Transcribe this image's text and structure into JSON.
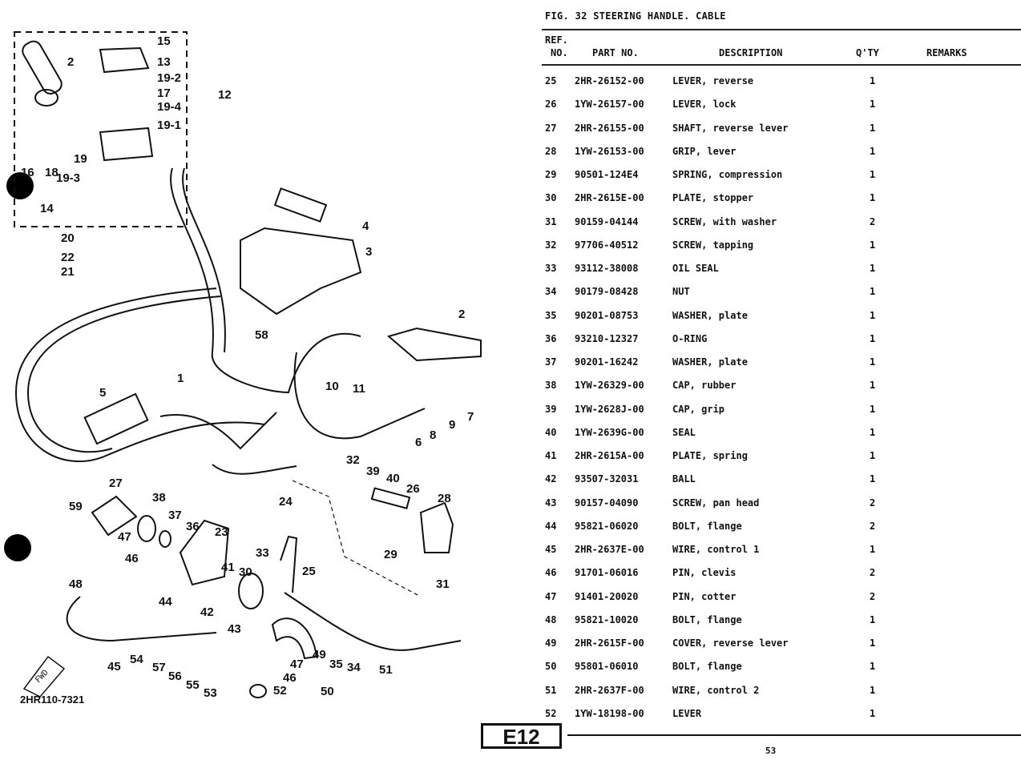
{
  "figure": {
    "title": "FIG. 32  STEERING HANDLE. CABLE",
    "drawing_number": "2HR110-7321",
    "direction_label": "FWD"
  },
  "table": {
    "headers": {
      "ref": "REF.",
      "no": "NO.",
      "part_no": "PART NO.",
      "description": "DESCRIPTION",
      "qty": "Q'TY",
      "remarks": "REMARKS"
    },
    "rows": [
      {
        "ref": "25",
        "part_no": "2HR-26152-00",
        "description": "LEVER, reverse",
        "qty": "1"
      },
      {
        "ref": "26",
        "part_no": "1YW-26157-00",
        "description": "LEVER, lock",
        "qty": "1"
      },
      {
        "ref": "27",
        "part_no": "2HR-26155-00",
        "description": "SHAFT, reverse lever",
        "qty": "1"
      },
      {
        "ref": "28",
        "part_no": "1YW-26153-00",
        "description": "GRIP, lever",
        "qty": "1"
      },
      {
        "ref": "29",
        "part_no": "90501-124E4",
        "description": "SPRING, compression",
        "qty": "1"
      },
      {
        "ref": "30",
        "part_no": "2HR-2615E-00",
        "description": "PLATE, stopper",
        "qty": "1"
      },
      {
        "ref": "31",
        "part_no": "90159-04144",
        "description": "SCREW, with washer",
        "qty": "2"
      },
      {
        "ref": "32",
        "part_no": "97706-40512",
        "description": "SCREW, tapping",
        "qty": "1"
      },
      {
        "ref": "33",
        "part_no": "93112-38008",
        "description": "OIL SEAL",
        "qty": "1"
      },
      {
        "ref": "34",
        "part_no": "90179-08428",
        "description": "NUT",
        "qty": "1"
      },
      {
        "ref": "35",
        "part_no": "90201-08753",
        "description": "WASHER, plate",
        "qty": "1"
      },
      {
        "ref": "36",
        "part_no": "93210-12327",
        "description": "O-RING",
        "qty": "1"
      },
      {
        "ref": "37",
        "part_no": "90201-16242",
        "description": "WASHER, plate",
        "qty": "1"
      },
      {
        "ref": "38",
        "part_no": "1YW-26329-00",
        "description": "CAP, rubber",
        "qty": "1"
      },
      {
        "ref": "39",
        "part_no": "1YW-2628J-00",
        "description": "CAP, grip",
        "qty": "1"
      },
      {
        "ref": "40",
        "part_no": "1YW-2639G-00",
        "description": "SEAL",
        "qty": "1"
      },
      {
        "ref": "41",
        "part_no": "2HR-2615A-00",
        "description": "PLATE, spring",
        "qty": "1"
      },
      {
        "ref": "42",
        "part_no": "93507-32031",
        "description": "BALL",
        "qty": "1"
      },
      {
        "ref": "43",
        "part_no": "90157-04090",
        "description": "SCREW, pan head",
        "qty": "2"
      },
      {
        "ref": "44",
        "part_no": "95821-06020",
        "description": "BOLT, flange",
        "qty": "2"
      },
      {
        "ref": "45",
        "part_no": "2HR-2637E-00",
        "description": "WIRE, control 1",
        "qty": "1"
      },
      {
        "ref": "46",
        "part_no": "91701-06016",
        "description": "PIN, clevis",
        "qty": "2"
      },
      {
        "ref": "47",
        "part_no": "91401-20020",
        "description": "PIN, cotter",
        "qty": "2"
      },
      {
        "ref": "48",
        "part_no": "95821-10020",
        "description": "BOLT, flange",
        "qty": "1"
      },
      {
        "ref": "49",
        "part_no": "2HR-2615F-00",
        "description": "COVER, reverse lever",
        "qty": "1"
      },
      {
        "ref": "50",
        "part_no": "95801-06010",
        "description": "BOLT, flange",
        "qty": "1"
      },
      {
        "ref": "51",
        "part_no": "2HR-2637F-00",
        "description": "WIRE, control 2",
        "qty": "1"
      },
      {
        "ref": "52",
        "part_no": "1YW-18198-00",
        "description": "LEVER",
        "qty": "1"
      }
    ]
  },
  "callouts": [
    "15",
    "13",
    "19-2",
    "17",
    "19-4",
    "19-1",
    "12",
    "2",
    "16",
    "18",
    "19",
    "19-3",
    "14",
    "20",
    "22",
    "21",
    "4",
    "3",
    "58",
    "2",
    "1",
    "5",
    "10",
    "11",
    "9",
    "7",
    "8",
    "6",
    "32",
    "39",
    "40",
    "26",
    "28",
    "27",
    "38",
    "37",
    "36",
    "23",
    "59",
    "47",
    "46",
    "48",
    "33",
    "41",
    "30",
    "25",
    "24",
    "29",
    "31",
    "44",
    "42",
    "43",
    "49",
    "35",
    "34",
    "47",
    "46",
    "50",
    "51",
    "45",
    "54",
    "57",
    "56",
    "55",
    "53",
    "52"
  ],
  "section_tab": "E12",
  "page_number": "53"
}
